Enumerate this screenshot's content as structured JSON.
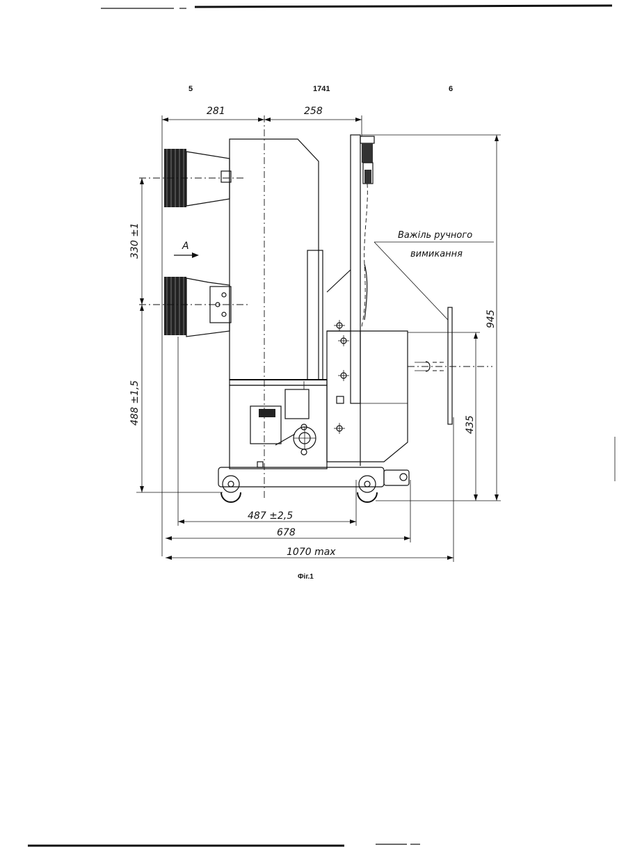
{
  "header": {
    "left_page": "5",
    "patent_number": "1741",
    "right_page": "6"
  },
  "drawing": {
    "dimensions": {
      "top_left": "281",
      "top_right": "258",
      "left_upper": "330 ±1",
      "left_lower": "488 ±1,5",
      "bottom_1": "487 ±2,5",
      "bottom_2": "678",
      "bottom_3": "1070 max",
      "right_height": "945",
      "right_lower": "435"
    },
    "arrow_label": "A",
    "annotation_line1": "Важіль ручного",
    "annotation_line2": "вимикання"
  },
  "caption": "Фіг.1"
}
